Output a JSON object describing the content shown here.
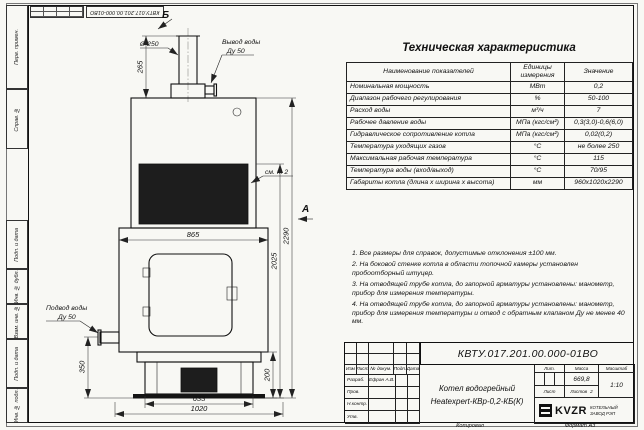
{
  "frame": {
    "corner_doc_number": "КВТУ.017.201.00.000-01ВО",
    "left_labels": [
      "Перв. примен.",
      "Справ. №",
      "Подп. и дата",
      "Инв. № дубл.",
      "Взам. инв. №",
      "Подп. и дата",
      "Инв. № подл."
    ]
  },
  "drawing": {
    "view_b": "Б",
    "view_a": "А",
    "chimney_diameter": "Ø 250",
    "outlet_label_1": "Вывод воды",
    "outlet_label_2": "Ду 50",
    "inlet_label_1": "Подвод воды",
    "inlet_label_2": "Ду 50",
    "see_note": "см. п. 2",
    "dims": {
      "d265": "265",
      "d865": "865",
      "d2290": "2290",
      "d2025": "2025",
      "d350": "350",
      "d200": "200",
      "d633": "633",
      "d1020": "1020"
    }
  },
  "spec_table": {
    "title": "Техническая характеристика",
    "headers": [
      "Наименование показателей",
      "Единицы измерения",
      "Значение"
    ],
    "rows": [
      [
        "Номинальная мощность",
        "МВт",
        "0,2"
      ],
      [
        "Диапазон рабочего регулирования",
        "%",
        "50-100"
      ],
      [
        "Расход воды",
        "м³/ч",
        "7"
      ],
      [
        "Рабочее давление воды",
        "МПа (кгс/см²)",
        "0,3(3,0)-0,6(6,0)"
      ],
      [
        "Гидравлическое сопротивление котла",
        "МПа (кгс/см²)",
        "0,02(0,2)"
      ],
      [
        "Температура уходящих газов",
        "°С",
        "не более 250"
      ],
      [
        "Максимальная рабочая температура",
        "°С",
        "115"
      ],
      [
        "Температура воды (вход/выход)",
        "°С",
        "70/95"
      ],
      [
        "Габариты котла (длина х ширина х высота)",
        "мм",
        "960х1020х2290"
      ]
    ]
  },
  "notes": [
    "1.  Все размеры для справок, допустимые отклонения ±100 мм.",
    "2.  На боковой стенке котла в области топочной камеры установлен пробоотборный штуцер.",
    "3.  На отводящей трубе котла, до запорной арматуры установлены: манометр, прибор для измерения температуры.",
    "4.  На отводящей трубе котла, до запорной арматуры установлены: манометр, прибор для измерения температуры и отвод с обратным клапаном Ду не менее 40 мм."
  ],
  "title_block": {
    "doc_number": "КВТУ.017.201.00.000-01ВО",
    "product_name_1": "Котел водогрейный",
    "product_name_2": "Heatexpert-КВр-0,2-КБ(К)",
    "col_izm": "Изм",
    "col_list": "Лист",
    "col_doc": "№ докум.",
    "col_podp": "Подп.",
    "col_data": "Дата",
    "row_razrab": "Разраб.",
    "row_prov": "Пров.",
    "row_nkontr": "Н.контр.",
    "row_utv": "Утв.",
    "razrab_name": "Ефран А.В.",
    "lit_label": "Лит.",
    "mass_label": "Масса",
    "mass_value": "669,8",
    "scale_label": "Масштаб",
    "scale_value": "1:10",
    "list_label": "Лист",
    "listov_label": "Листов",
    "listov_value": "2",
    "logo_text": "KVZR",
    "company": "КОТЕЛЬНЫЙ ЗАВОД РЭП"
  },
  "footer": {
    "kopiroval": "Копировал",
    "format": "Формат А3"
  }
}
